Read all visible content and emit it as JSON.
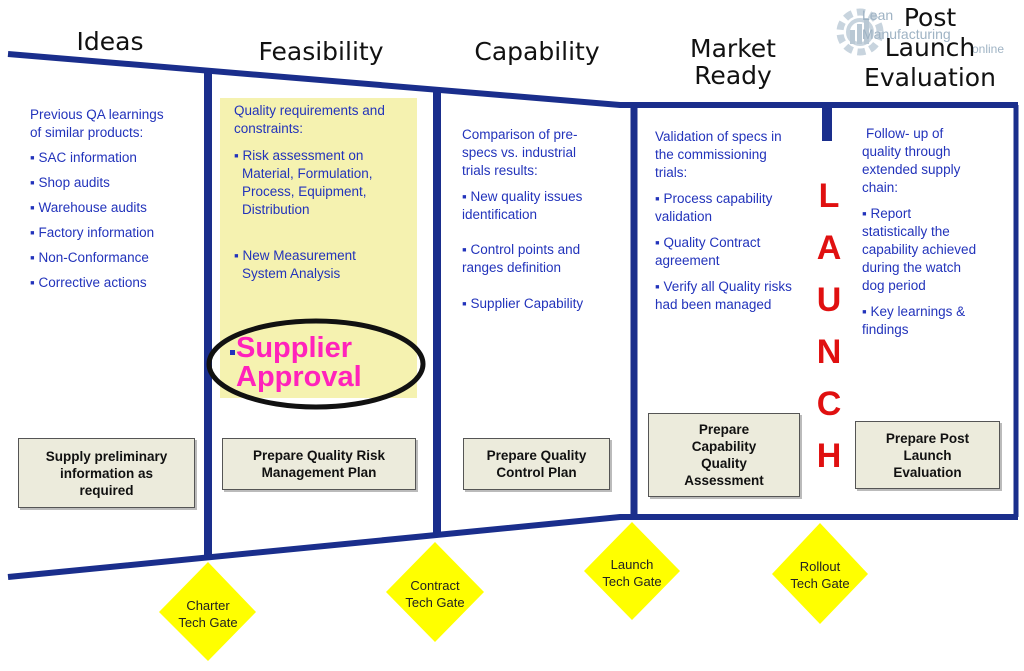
{
  "stages": [
    {
      "id": "ideas",
      "lines": [
        "Ideas"
      ]
    },
    {
      "id": "feasibility",
      "lines": [
        "Feasibility"
      ]
    },
    {
      "id": "capability",
      "lines": [
        "Capability"
      ]
    },
    {
      "id": "market",
      "lines": [
        "Market",
        "Ready"
      ]
    },
    {
      "id": "post",
      "lines": [
        "Post",
        "Launch",
        "Evaluation"
      ]
    }
  ],
  "columns": {
    "ideas": {
      "intro": [
        "Previous QA learnings",
        "of similar products:"
      ],
      "bullets": [
        "SAC information",
        "Shop audits",
        "Warehouse audits",
        "Factory information",
        "Non-Conformance",
        "Corrective actions"
      ],
      "box": [
        "Supply preliminary",
        "information as",
        "required"
      ]
    },
    "feasibility": {
      "intro": [
        "Quality requirements and",
        "constraints:"
      ],
      "bullets": [
        [
          "Risk  assessment on",
          "Material, Formulation,",
          "Process, Equipment,",
          "Distribution"
        ],
        [
          "New Measurement",
          "System Analysis"
        ]
      ],
      "highlight": [
        "Supplier",
        "Approval"
      ],
      "box": [
        "Prepare  Quality Risk",
        "Management Plan"
      ]
    },
    "capability": {
      "intro": [
        "Comparison of pre-",
        "specs vs. industrial",
        "trials results:"
      ],
      "bullets": [
        [
          "New quality issues",
          "identification"
        ],
        [
          "Control points and",
          "ranges definition"
        ],
        [
          "Supplier Capability"
        ]
      ],
      "box": [
        "Prepare Quality",
        "Control Plan"
      ]
    },
    "market": {
      "intro": [
        "Validation of specs in",
        "the commissioning",
        "trials:"
      ],
      "bullets": [
        [
          "Process capability",
          "validation"
        ],
        [
          "Quality Contract",
          "agreement"
        ],
        [
          "Verify all Quality risks",
          "had been managed"
        ]
      ],
      "box": [
        "Prepare",
        "Capability",
        "Quality",
        "Assessment"
      ]
    },
    "post": {
      "intro": [
        "Follow- up of",
        "quality through",
        "extended supply",
        "chain:"
      ],
      "bullets": [
        [
          "Report",
          "statistically the",
          "capability achieved",
          "during the watch",
          "dog period"
        ],
        [
          "Key learnings    &",
          "findings"
        ]
      ],
      "box": [
        "Prepare Post",
        "Launch",
        "Evaluation"
      ]
    }
  },
  "launch_letters": [
    "L",
    "A",
    "U",
    "N",
    "C",
    "H"
  ],
  "gates": [
    {
      "id": "charter",
      "lines": [
        "Charter",
        "Tech Gate"
      ]
    },
    {
      "id": "contract",
      "lines": [
        "Contract",
        "Tech Gate"
      ]
    },
    {
      "id": "launch",
      "lines": [
        "Launch",
        "Tech Gate"
      ]
    },
    {
      "id": "rollout",
      "lines": [
        "Rollout",
        "Tech Gate"
      ]
    }
  ],
  "watermark": {
    "lines": [
      "Lean",
      "Manufacturing",
      "online"
    ]
  },
  "colors": {
    "frame": "#1a2e8c",
    "body_text": "#2233bb",
    "highlight_fill": "#f5f2b0",
    "supplier_text": "#ff22bb",
    "launch_text": "#e01010",
    "gate_fill": "#ffff00",
    "box_fill": "#ecebdc"
  }
}
